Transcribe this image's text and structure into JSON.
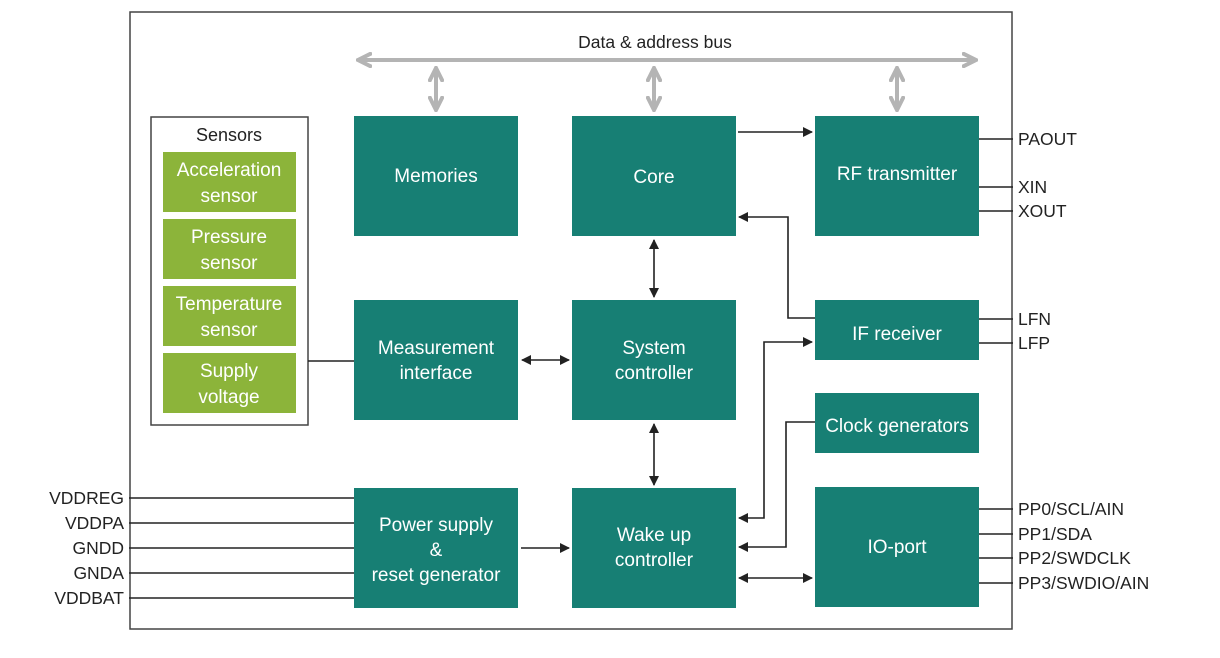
{
  "bus": {
    "label": "Data & address bus"
  },
  "blocks": {
    "memories": "Memories",
    "core": "Core",
    "rf_transmitter": "RF transmitter",
    "measurement_interface": [
      "Measurement",
      "interface"
    ],
    "system_controller": [
      "System",
      "controller"
    ],
    "if_receiver": "IF receiver",
    "clock_generators": "Clock generators",
    "power_supply": [
      "Power supply",
      "&",
      "reset generator"
    ],
    "wake_up_controller": [
      "Wake up",
      "controller"
    ],
    "io_port": "IO-port"
  },
  "sensors": {
    "title": "Sensors",
    "items": [
      [
        "Acceleration",
        "sensor"
      ],
      [
        "Pressure",
        "sensor"
      ],
      [
        "Temperature",
        "sensor"
      ],
      [
        "Supply",
        "voltage"
      ]
    ]
  },
  "pins": {
    "left": [
      "VDDREG",
      "VDDPA",
      "GNDD",
      "GNDA",
      "VDDBAT"
    ],
    "rf": [
      "PAOUT",
      "XIN",
      "XOUT"
    ],
    "if": [
      "LFN",
      "LFP"
    ],
    "io": [
      "PP0/SCL/AIN",
      "PP1/SDA",
      "PP2/SWDCLK",
      "PP3/SWDIO/AIN"
    ]
  },
  "colors": {
    "block": "#177f74",
    "sensor": "#8cb43a",
    "bus_arrow": "#b4b4b4",
    "wire": "#222222"
  }
}
